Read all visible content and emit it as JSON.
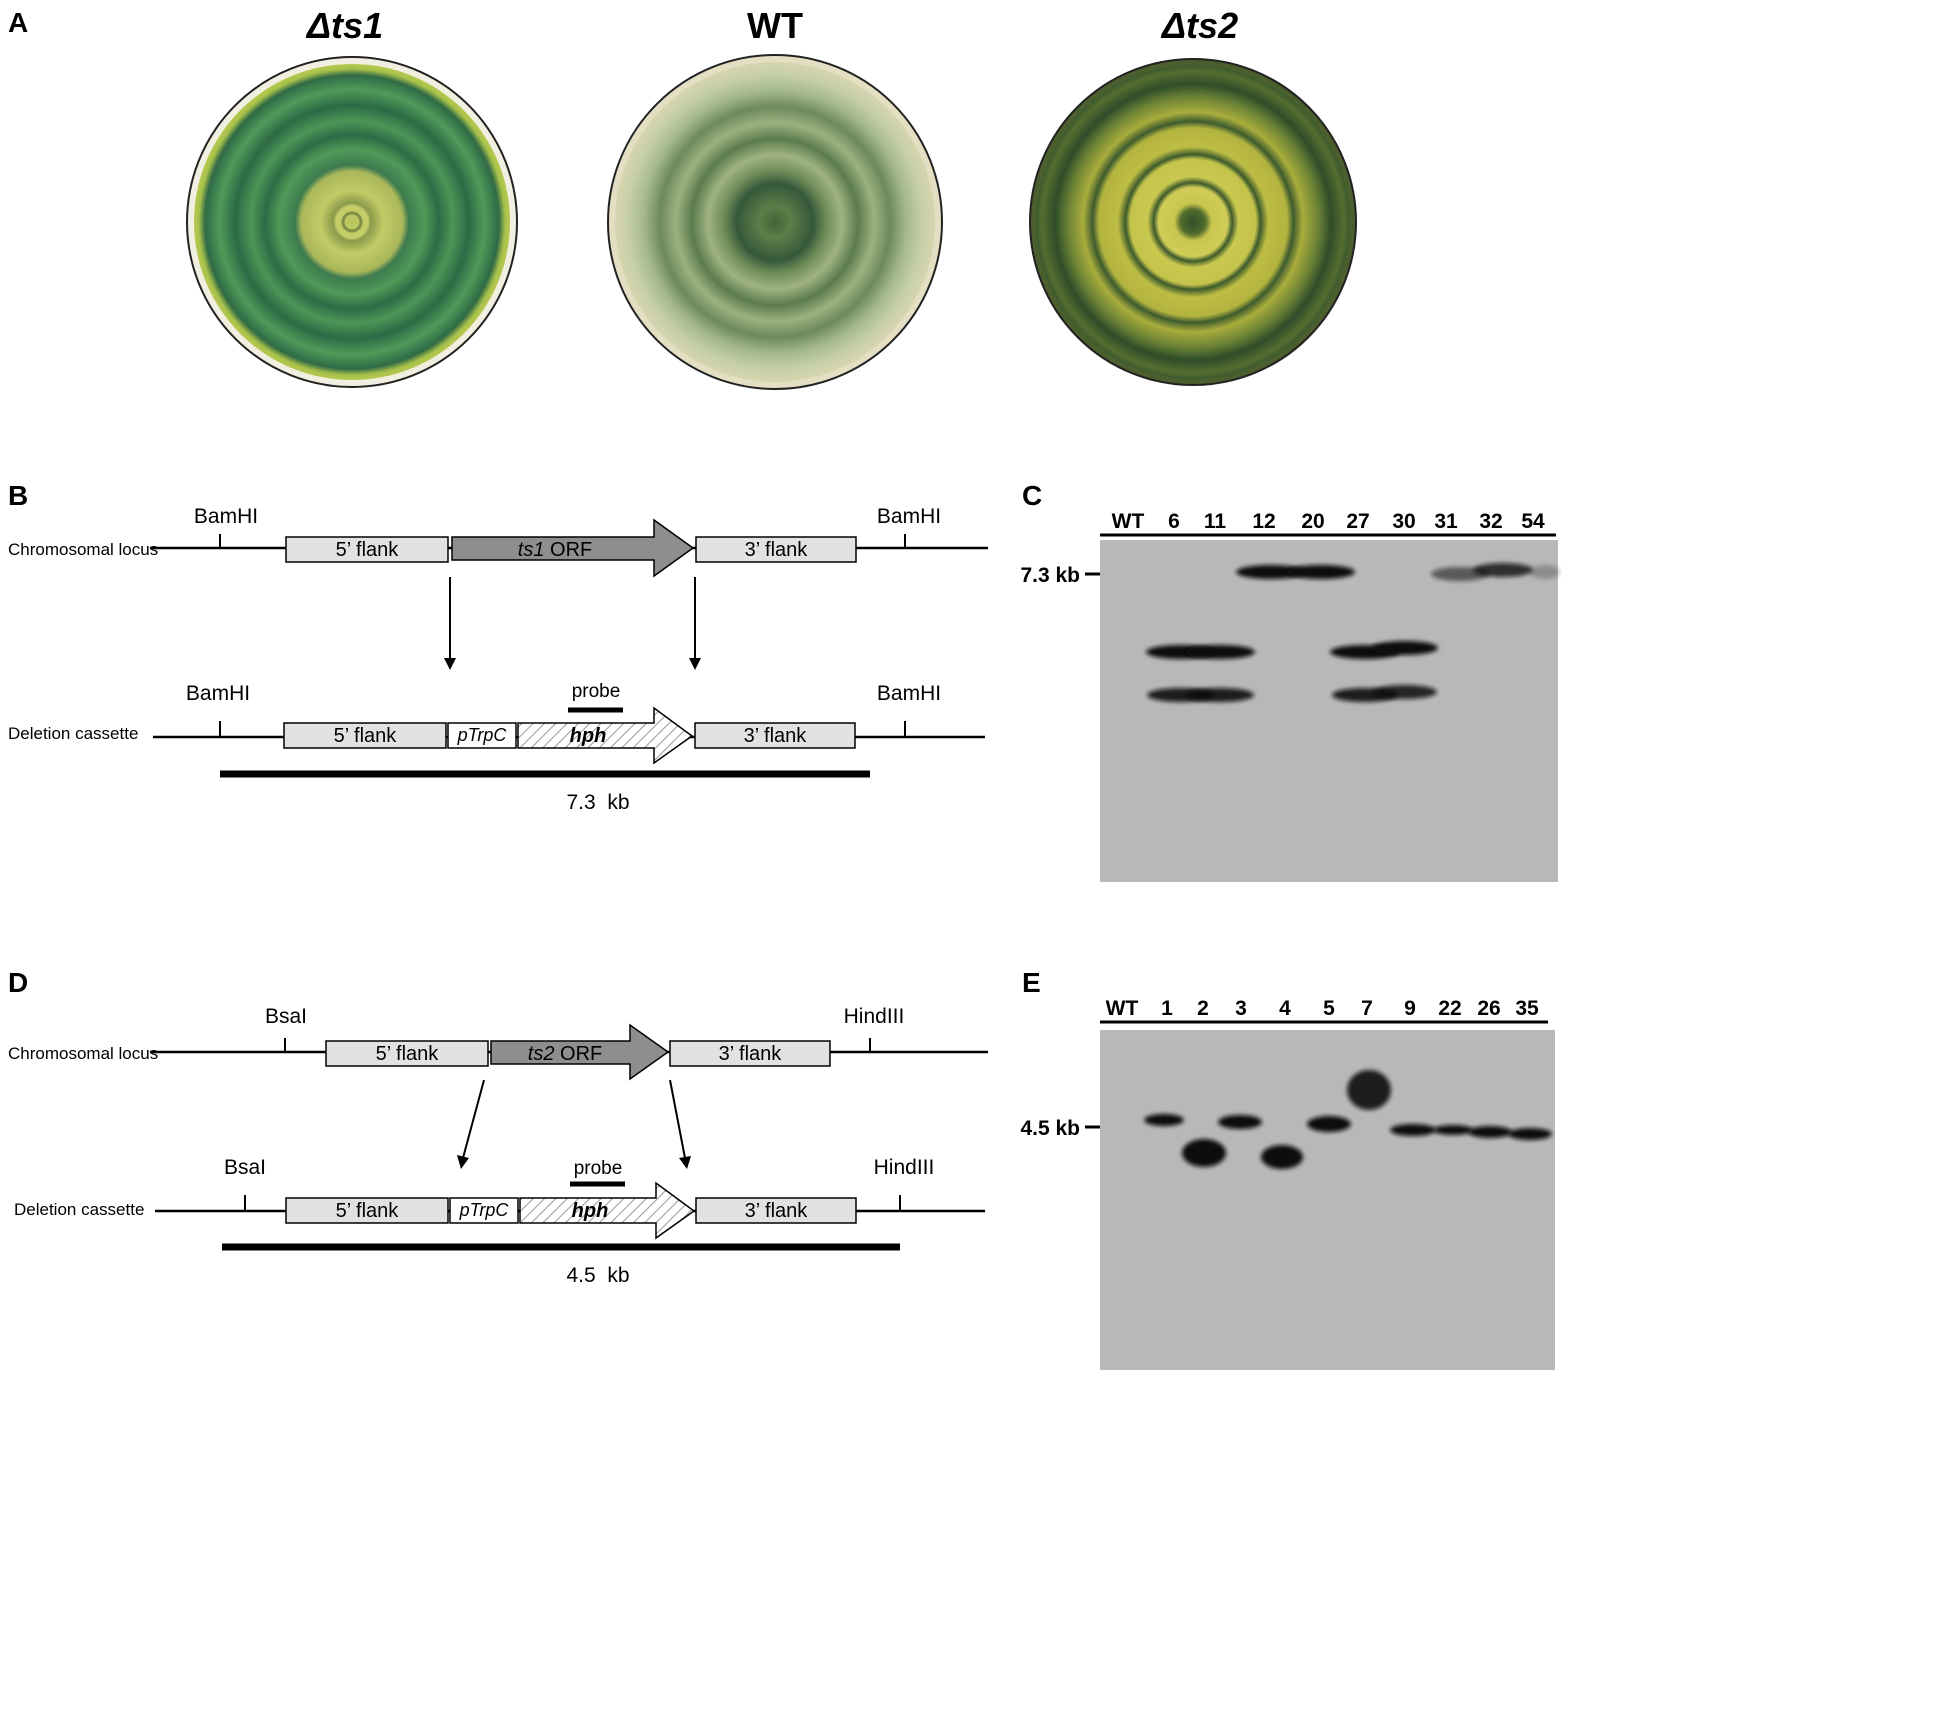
{
  "panels": {
    "a": {
      "letter": "A",
      "plates": [
        {
          "label": "Δts1"
        },
        {
          "label": "WT"
        },
        {
          "label": "Δts2"
        }
      ],
      "colors": {
        "ts1": "#4f9a58",
        "wt": "#8fa871",
        "ts2": "#b6b537"
      }
    },
    "b": {
      "letter": "B",
      "row1_label": "Chromosomal locus",
      "row2_label": "Deletion cassette",
      "site_left": "BamHI",
      "site_right": "BamHI",
      "site_left2": "BamHI",
      "site_right2": "BamHI",
      "flank5": "5’ flank",
      "orf_gene": "ts1",
      "orf_suffix": " ORF",
      "flank3": "3’ flank",
      "promoter": "pTrpC",
      "marker": "hph",
      "probe": "probe",
      "size": "7.3  kb"
    },
    "c": {
      "letter": "C",
      "lanes": [
        "WT",
        "6",
        "11",
        "12",
        "20",
        "27",
        "30",
        "31",
        "32",
        "54"
      ],
      "marker": "7.3 kb"
    },
    "d": {
      "letter": "D",
      "row1_label": "Chromosomal locus",
      "row2_label": "Deletion cassette",
      "site_left": "BsaI",
      "site_right": "HindIII",
      "site_left2": "BsaI",
      "site_right2": "HindIII",
      "flank5": "5’ flank",
      "orf_gene": "ts2",
      "orf_suffix": " ORF",
      "flank3": "3’ flank",
      "promoter": "pTrpC",
      "marker": "hph",
      "probe": "probe",
      "size": "4.5  kb"
    },
    "e": {
      "letter": "E",
      "lanes": [
        "WT",
        "1",
        "2",
        "3",
        "4",
        "5",
        "7",
        "9",
        "22",
        "26",
        "35"
      ],
      "marker": "4.5 kb"
    }
  }
}
